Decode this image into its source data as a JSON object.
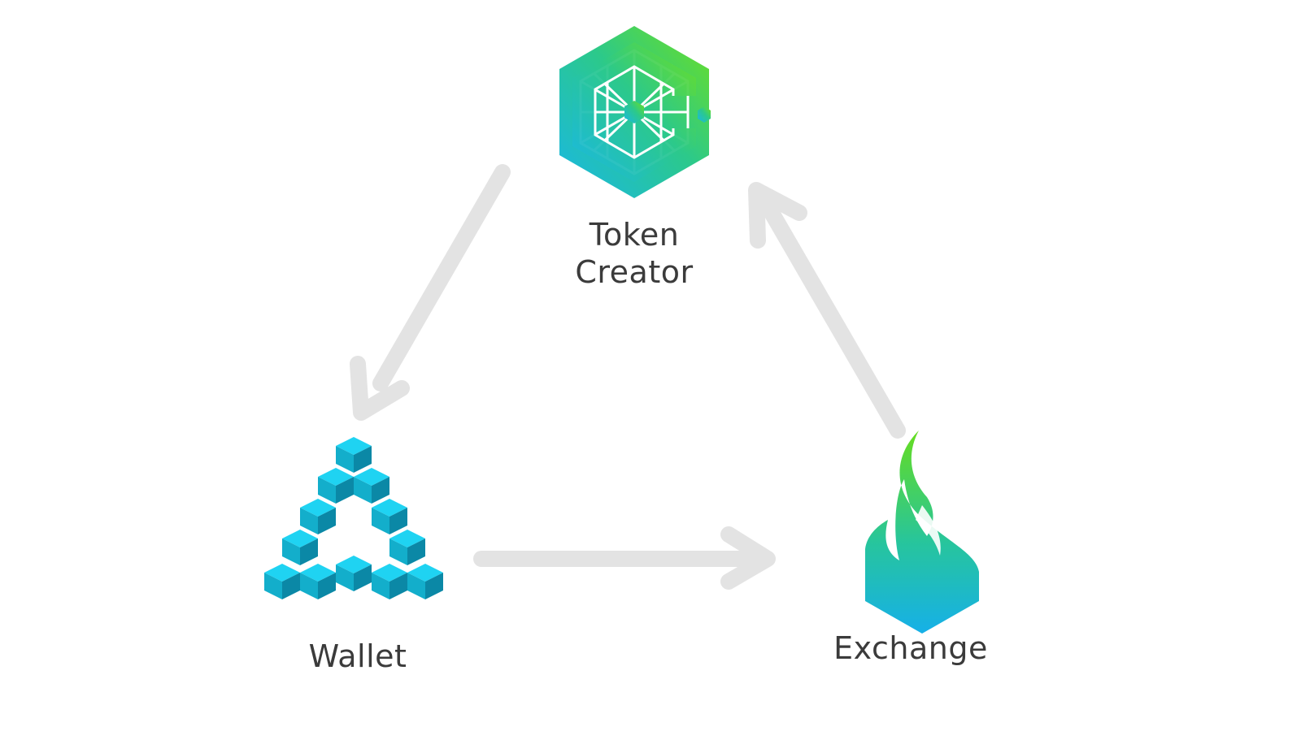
{
  "diagram": {
    "nodes": [
      {
        "id": "token-creator",
        "label_line1": "Token",
        "label_line2": "Creator",
        "icon": "token-creator-hexagon-logo"
      },
      {
        "id": "wallet",
        "label": "Wallet",
        "icon": "impossible-cube-triangle-logo"
      },
      {
        "id": "exchange",
        "label": "Exchange",
        "icon": "flame-hexagon-logo"
      }
    ],
    "edges": [
      {
        "from": "token-creator",
        "to": "wallet"
      },
      {
        "from": "wallet",
        "to": "exchange"
      },
      {
        "from": "exchange",
        "to": "token-creator"
      }
    ],
    "colors": {
      "arrow": "#e3e3e3",
      "label": "#3b3b3b",
      "green": "#5fd62a",
      "teal": "#1dbfa7",
      "cyan": "#19b7e6",
      "cube_light": "#1fd3f2",
      "cube_mid": "#13aecb",
      "cube_dark": "#0b88a6"
    }
  }
}
